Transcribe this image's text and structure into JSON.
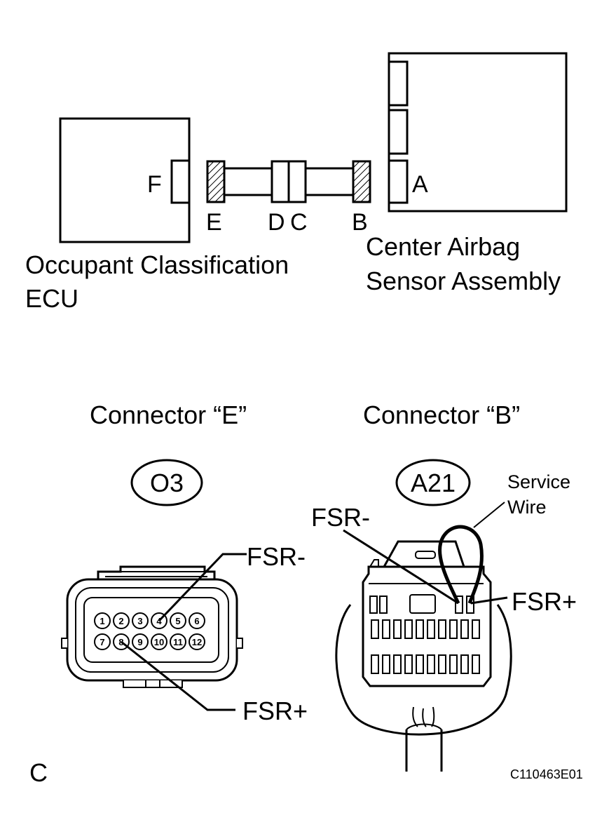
{
  "top": {
    "ecu_label_line1": "Occupant Classification",
    "ecu_label_line2": "ECU",
    "sensor_label_line1": "Center Airbag",
    "sensor_label_line2": "Sensor Assembly",
    "connector_F": "F",
    "connector_E": "E",
    "connector_D": "D",
    "connector_C": "C",
    "connector_B": "B",
    "connector_A": "A"
  },
  "connector_e": {
    "title": "Connector “E”",
    "code": "O3",
    "pins_top": [
      "1",
      "2",
      "3",
      "4",
      "5",
      "6"
    ],
    "pins_bottom": [
      "7",
      "8",
      "9",
      "10",
      "11",
      "12"
    ],
    "fsr_minus": "FSR-",
    "fsr_plus": "FSR+"
  },
  "connector_b": {
    "title": "Connector “B”",
    "code": "A21",
    "service_line1": "Service",
    "service_line2": "Wire",
    "fsr_minus": "FSR-",
    "fsr_plus": "FSR+"
  },
  "footer": {
    "corner_letter": "C",
    "figure_code": "C110463E01"
  }
}
